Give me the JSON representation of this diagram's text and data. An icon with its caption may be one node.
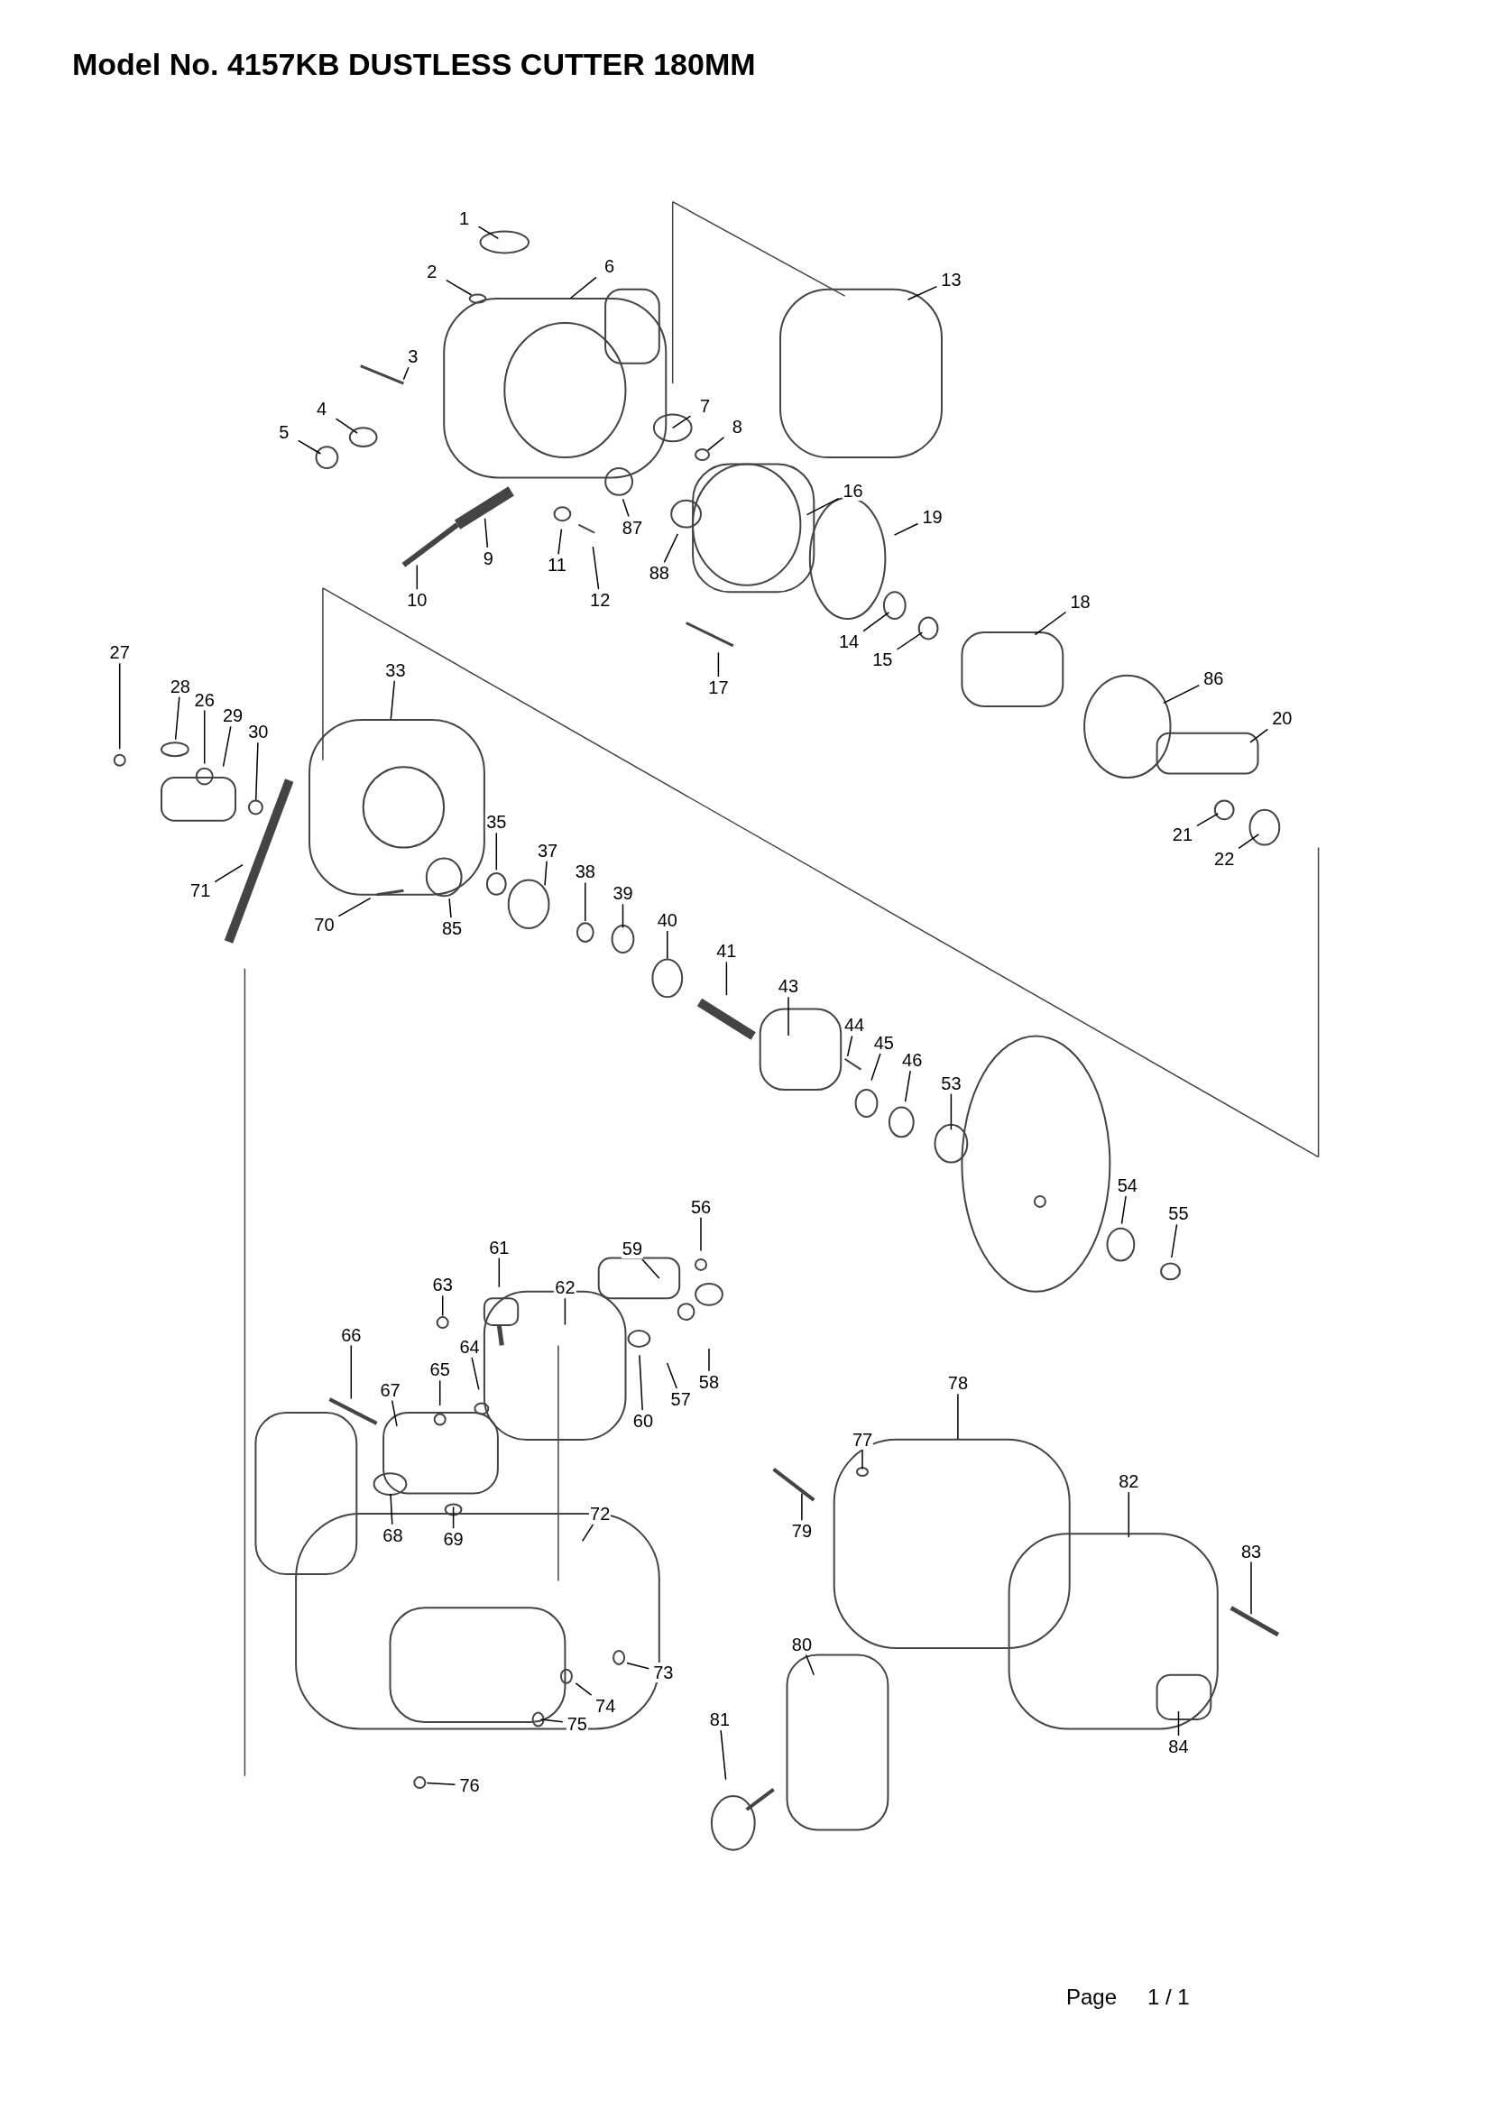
{
  "diagram": {
    "title": "Model No. 4157KB DUSTLESS CUTTER 180MM",
    "nodes": [
      {
        "text": [
          "1"
        ]
      },
      {
        "text": [
          "2"
        ]
      },
      {
        "text": [
          "6"
        ]
      },
      {
        "text": [
          "13"
        ]
      },
      {
        "text": [
          "3"
        ]
      },
      {
        "text": [
          "4"
        ]
      },
      {
        "text": [
          "5"
        ]
      },
      {
        "text": [
          "7"
        ]
      },
      {
        "text": [
          "8"
        ]
      },
      {
        "text": [
          "16"
        ]
      },
      {
        "text": [
          "19"
        ]
      },
      {
        "text": [
          "87"
        ]
      },
      {
        "text": [
          "9"
        ]
      },
      {
        "text": [
          "11"
        ]
      },
      {
        "text": [
          "88"
        ]
      },
      {
        "text": [
          "12"
        ]
      },
      {
        "text": [
          "10"
        ]
      },
      {
        "text": [
          "18"
        ]
      },
      {
        "text": [
          "14"
        ]
      },
      {
        "text": [
          "15"
        ]
      },
      {
        "text": [
          "17"
        ]
      },
      {
        "text": [
          "27"
        ]
      },
      {
        "text": [
          "33"
        ]
      },
      {
        "text": [
          "86"
        ]
      },
      {
        "text": [
          "28"
        ]
      },
      {
        "text": [
          "26"
        ]
      },
      {
        "text": [
          "29"
        ]
      },
      {
        "text": [
          "30"
        ]
      },
      {
        "text": [
          "20"
        ]
      },
      {
        "text": [
          "35"
        ]
      },
      {
        "text": [
          "37"
        ]
      },
      {
        "text": [
          "21"
        ]
      },
      {
        "text": [
          "22"
        ]
      },
      {
        "text": [
          "38"
        ]
      },
      {
        "text": [
          "71"
        ]
      },
      {
        "text": [
          "39"
        ]
      },
      {
        "text": [
          "70"
        ]
      },
      {
        "text": [
          "85"
        ]
      },
      {
        "text": [
          "40"
        ]
      },
      {
        "text": [
          "41"
        ]
      },
      {
        "text": [
          "43"
        ]
      },
      {
        "text": [
          "44"
        ]
      },
      {
        "text": [
          "45"
        ]
      },
      {
        "text": [
          "46"
        ]
      },
      {
        "text": [
          "53"
        ]
      },
      {
        "text": [
          "54"
        ]
      },
      {
        "text": [
          "55"
        ]
      },
      {
        "text": [
          "56"
        ]
      },
      {
        "text": [
          "61"
        ]
      },
      {
        "text": [
          "59"
        ]
      },
      {
        "text": [
          "63"
        ]
      },
      {
        "text": [
          "62"
        ]
      },
      {
        "text": [
          "66"
        ]
      },
      {
        "text": [
          "64"
        ]
      },
      {
        "text": [
          "65"
        ]
      },
      {
        "text": [
          "58"
        ]
      },
      {
        "text": [
          "67"
        ]
      },
      {
        "text": [
          "57"
        ]
      },
      {
        "text": [
          "60"
        ]
      },
      {
        "text": [
          "78"
        ]
      },
      {
        "text": [
          "77"
        ]
      },
      {
        "text": [
          "82"
        ]
      },
      {
        "text": [
          "79"
        ]
      },
      {
        "text": [
          "68"
        ]
      },
      {
        "text": [
          "69"
        ]
      },
      {
        "text": [
          "72"
        ]
      },
      {
        "text": [
          "83"
        ]
      },
      {
        "text": [
          "80"
        ]
      },
      {
        "text": [
          "73"
        ]
      },
      {
        "text": [
          "74"
        ]
      },
      {
        "text": [
          "75"
        ]
      },
      {
        "text": [
          "81"
        ]
      },
      {
        "text": [
          "84"
        ]
      },
      {
        "text": [
          "76"
        ]
      }
    ],
    "edges": [
      {
        "from": 0,
        "to": null,
        "arrow": "none"
      },
      {
        "from": 1,
        "to": null,
        "arrow": "none"
      },
      {
        "from": 2,
        "to": null,
        "arrow": "none"
      },
      {
        "from": 3,
        "to": null,
        "arrow": "none"
      },
      {
        "from": 4,
        "to": null,
        "arrow": "none"
      },
      {
        "from": 5,
        "to": null,
        "arrow": "none"
      },
      {
        "from": 6,
        "to": null,
        "arrow": "none"
      },
      {
        "from": 7,
        "to": null,
        "arrow": "none"
      },
      {
        "from": 8,
        "to": null,
        "arrow": "none"
      },
      {
        "from": 9,
        "to": null,
        "arrow": "none"
      },
      {
        "from": 10,
        "to": null,
        "arrow": "none"
      },
      {
        "from": 11,
        "to": null,
        "arrow": "none"
      },
      {
        "from": 12,
        "to": null,
        "arrow": "none"
      },
      {
        "from": 13,
        "to": null,
        "arrow": "none"
      },
      {
        "from": 14,
        "to": null,
        "arrow": "none"
      },
      {
        "from": 15,
        "to": null,
        "arrow": "none"
      },
      {
        "from": 16,
        "to": null,
        "arrow": "none"
      },
      {
        "from": 17,
        "to": null,
        "arrow": "none"
      },
      {
        "from": 18,
        "to": null,
        "arrow": "none"
      },
      {
        "from": 19,
        "to": null,
        "arrow": "none"
      },
      {
        "from": 20,
        "to": null,
        "arrow": "none"
      },
      {
        "from": 21,
        "to": null,
        "arrow": "none"
      },
      {
        "from": 22,
        "to": null,
        "arrow": "none"
      },
      {
        "from": 23,
        "to": null,
        "arrow": "none"
      },
      {
        "from": 24,
        "to": null,
        "arrow": "none"
      },
      {
        "from": 25,
        "to": null,
        "arrow": "none"
      },
      {
        "from": 26,
        "to": null,
        "arrow": "none"
      },
      {
        "from": 27,
        "to": null,
        "arrow": "none"
      },
      {
        "from": 28,
        "to": null,
        "arrow": "none"
      },
      {
        "from": 29,
        "to": null,
        "arrow": "none"
      },
      {
        "from": 30,
        "to": null,
        "arrow": "none"
      },
      {
        "from": 31,
        "to": null,
        "arrow": "none"
      },
      {
        "from": 32,
        "to": null,
        "arrow": "none"
      },
      {
        "from": 33,
        "to": null,
        "arrow": "none"
      },
      {
        "from": 34,
        "to": null,
        "arrow": "none"
      },
      {
        "from": 35,
        "to": null,
        "arrow": "none"
      },
      {
        "from": 36,
        "to": null,
        "arrow": "none"
      },
      {
        "from": 37,
        "to": null,
        "arrow": "none"
      },
      {
        "from": 38,
        "to": null,
        "arrow": "none"
      },
      {
        "from": 39,
        "to": null,
        "arrow": "none"
      },
      {
        "from": 40,
        "to": null,
        "arrow": "none"
      },
      {
        "from": 41,
        "to": null,
        "arrow": "none"
      },
      {
        "from": 42,
        "to": null,
        "arrow": "none"
      },
      {
        "from": 43,
        "to": null,
        "arrow": "none"
      },
      {
        "from": 44,
        "to": null,
        "arrow": "none"
      },
      {
        "from": 45,
        "to": null,
        "arrow": "none"
      },
      {
        "from": 46,
        "to": null,
        "arrow": "none"
      },
      {
        "from": 47,
        "to": null,
        "arrow": "none"
      },
      {
        "from": 48,
        "to": null,
        "arrow": "none"
      },
      {
        "from": 49,
        "to": null,
        "arrow": "none"
      },
      {
        "from": 50,
        "to": null,
        "arrow": "none"
      },
      {
        "from": 51,
        "to": null,
        "arrow": "none"
      },
      {
        "from": 52,
        "to": null,
        "arrow": "none"
      },
      {
        "from": 53,
        "to": null,
        "arrow": "none"
      },
      {
        "from": 54,
        "to": null,
        "arrow": "none"
      },
      {
        "from": 55,
        "to": null,
        "arrow": "none"
      },
      {
        "from": 56,
        "to": null,
        "arrow": "none"
      },
      {
        "from": 57,
        "to": null,
        "arrow": "none"
      },
      {
        "from": 58,
        "to": null,
        "arrow": "none"
      },
      {
        "from": 59,
        "to": null,
        "arrow": "none"
      },
      {
        "from": 60,
        "to": null,
        "arrow": "none"
      },
      {
        "from": 61,
        "to": null,
        "arrow": "none"
      },
      {
        "from": 62,
        "to": null,
        "arrow": "none"
      },
      {
        "from": 63,
        "to": null,
        "arrow": "none"
      },
      {
        "from": 64,
        "to": null,
        "arrow": "none"
      },
      {
        "from": 65,
        "to": null,
        "arrow": "none"
      },
      {
        "from": 66,
        "to": null,
        "arrow": "none"
      },
      {
        "from": 67,
        "to": null,
        "arrow": "none"
      },
      {
        "from": 68,
        "to": null,
        "arrow": "none"
      },
      {
        "from": 69,
        "to": null,
        "arrow": "none"
      },
      {
        "from": 70,
        "to": null,
        "arrow": "none"
      },
      {
        "from": 71,
        "to": null,
        "arrow": "none"
      },
      {
        "from": 72,
        "to": null,
        "arrow": "none"
      },
      {
        "from": 73,
        "to": null,
        "arrow": "none"
      }
    ],
    "labels": [
      "Page",
      "1 / 1"
    ]
  }
}
